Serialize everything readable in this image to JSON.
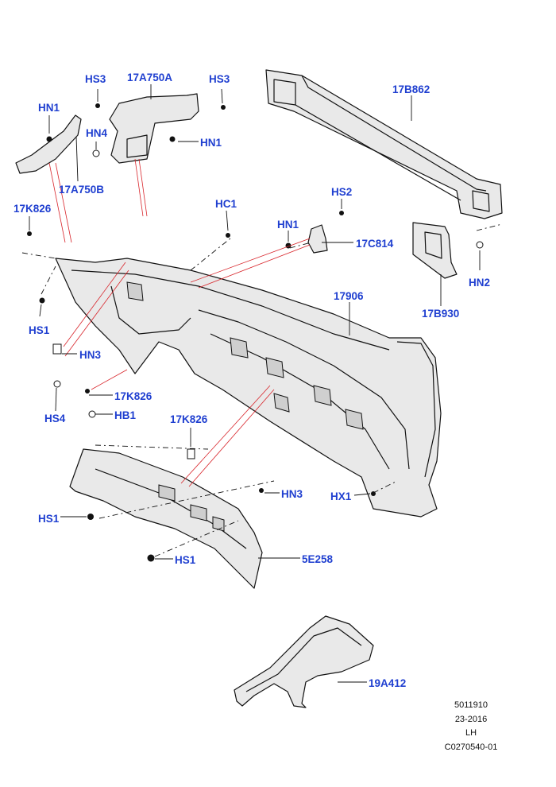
{
  "callouts": {
    "hs3_left": "HS3",
    "a17a750a": "17A750A",
    "hs3_right": "HS3",
    "b17b862": "17B862",
    "hn1_top": "HN1",
    "hn4": "HN4",
    "hn1_mid": "HN1",
    "a17a750b": "17A750B",
    "k17k826_top": "17K826",
    "hc1": "HC1",
    "hs2": "HS2",
    "hn1_right": "HN1",
    "c17c814": "17C814",
    "hn2": "HN2",
    "b17b930": "17B930",
    "p17906": "17906",
    "hs1_left": "HS1",
    "hn3_left": "HN3",
    "hs4": "HS4",
    "k17k826_mid": "17K826",
    "hb1": "HB1",
    "k17k826_low": "17K826",
    "hn3_right": "HN3",
    "hx1": "HX1",
    "hs1_low": "HS1",
    "hs1_bottom": "HS1",
    "e5e258": "5E258",
    "a19a412": "19A412"
  },
  "footer": {
    "code": "5011910",
    "date": "23-2016",
    "side": "LH",
    "ref": "C0270540-01"
  },
  "colors": {
    "callout": "#1f3fd0",
    "leader_red": "#d8242a",
    "line": "#111111"
  }
}
